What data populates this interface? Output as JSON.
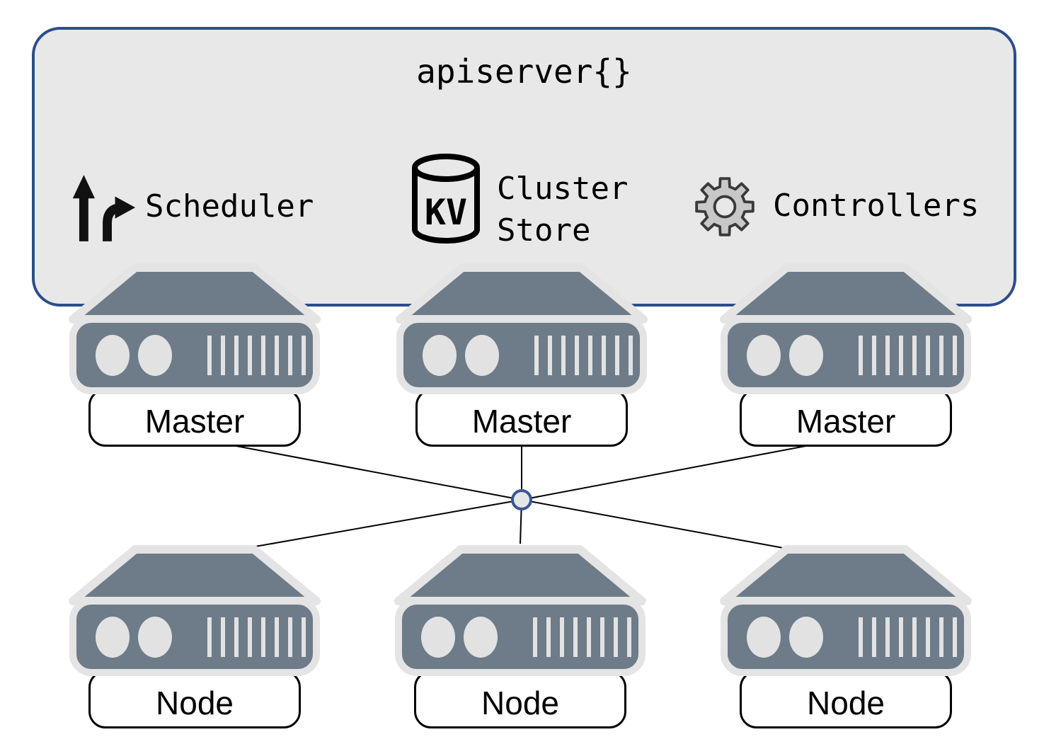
{
  "apiserver": {
    "title": "apiserver{}",
    "components": [
      {
        "id": "scheduler",
        "icon": "branch-arrows-icon",
        "label": "Scheduler"
      },
      {
        "id": "cluster-store",
        "icon": "kv-database-icon",
        "icon_text": "KV",
        "label_line1": "Cluster",
        "label_line2": "Store"
      },
      {
        "id": "controllers",
        "icon": "gear-icon",
        "label": "Controllers"
      }
    ]
  },
  "masters": [
    {
      "label": "Master"
    },
    {
      "label": "Master"
    },
    {
      "label": "Master"
    }
  ],
  "nodes": [
    {
      "label": "Node"
    },
    {
      "label": "Node"
    },
    {
      "label": "Node"
    }
  ],
  "colors": {
    "background": "#ffffff",
    "apiserver_box_fill": "#e8e8e8",
    "apiserver_box_border": "#2d4d8b",
    "server_body": "#6e7b89",
    "server_outline": "#e4e4e4",
    "server_details": "#e2e2e2",
    "label_box_fill": "#ffffff",
    "label_box_border": "#000000",
    "connection_line": "#000000",
    "hub_fill": "#e6e6e6",
    "hub_border": "#3a5795",
    "gear_fill": "#c8c8c8",
    "icon_color": "#111111",
    "text": "#000000"
  }
}
